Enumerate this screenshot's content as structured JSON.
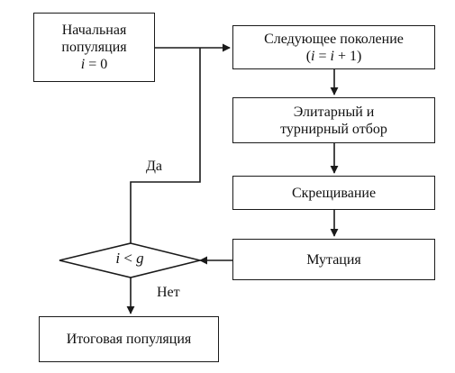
{
  "diagram": {
    "nodes": {
      "initial": {
        "lines": [
          "Начальная",
          "популяция"
        ],
        "condition": {
          "var": "i",
          "rest": " = 0"
        }
      },
      "next_gen": {
        "line1": "Следующее поколение",
        "formula": {
          "open": "(",
          "var1": "i",
          "mid": " = ",
          "var2": "i",
          "rest": " + 1)"
        }
      },
      "selection": {
        "lines": [
          "Элитарный и",
          "турнирный отбор"
        ]
      },
      "crossover": {
        "label": "Скрещивание"
      },
      "mutation": {
        "label": "Мутация"
      },
      "decision": {
        "var1": "i",
        "op": " < ",
        "var2": "g"
      },
      "final": {
        "label": "Итоговая популяция"
      }
    },
    "edge_labels": {
      "yes": "Да",
      "no": "Нет"
    }
  }
}
